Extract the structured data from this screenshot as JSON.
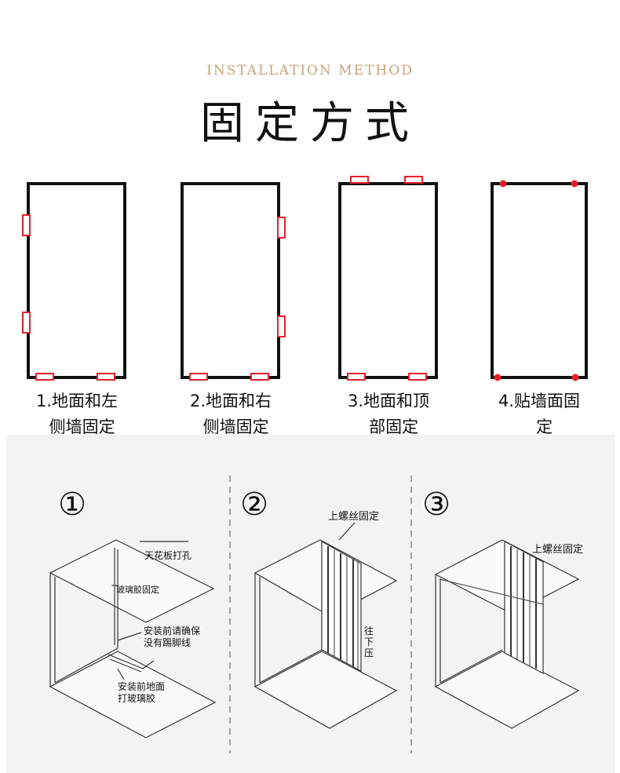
{
  "header": {
    "subtitle": "INSTALLATION METHOD",
    "title": "固定方式"
  },
  "methods": [
    {
      "caption": "1.地面和左\n  侧墙固定"
    },
    {
      "caption": "2.地面和右\n  侧墙固定"
    },
    {
      "caption": "3.地面和顶\n  部固定"
    },
    {
      "caption": "4.贴墙面固\n  定"
    }
  ],
  "steps": {
    "step1": {
      "number": "①",
      "labels": [
        "天花板打孔",
        "玻璃胶固定",
        "安装前请确保",
        "没有踢脚线",
        "安装前地面",
        "打玻璃胶"
      ]
    },
    "step2": {
      "number": "②",
      "labels": [
        "上螺丝固定",
        "往",
        "下",
        "压"
      ]
    },
    "step3": {
      "number": "③",
      "labels": [
        "上螺丝固定"
      ]
    }
  },
  "colors": {
    "accent": "#c8a27a",
    "marker": "#e8202a",
    "line": "#111111"
  }
}
